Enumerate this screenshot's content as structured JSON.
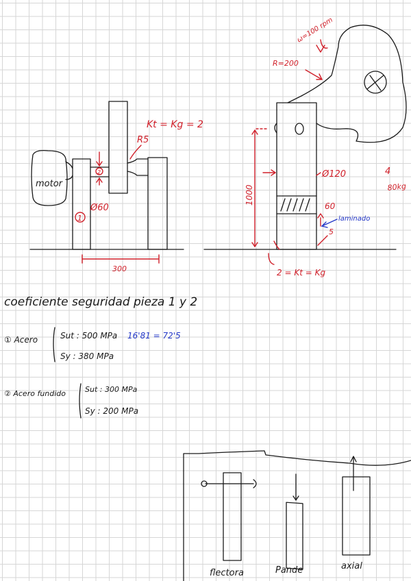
{
  "colors": {
    "ink": "#1a1a1a",
    "red": "#d0202a",
    "blue": "#2438c8",
    "grid": "#d6d6d6"
  },
  "left_sketch": {
    "motor": "motor",
    "stress_factor": "Kt = Kg = 2",
    "fillet_radius": "R5",
    "diameter": "Ø60",
    "part_number": "1",
    "part_number_2": "2",
    "span": "300"
  },
  "right_sketch": {
    "speed": "ω=100 rpm",
    "radius": "R=200",
    "length": "1000",
    "diameter_top": "Ø120",
    "diameter_bottom": "60",
    "load": "4",
    "load_unit": "80kg",
    "laminated_note": "laminado",
    "fillet": "5",
    "factor": "2 = Kt = Kg"
  },
  "notes": {
    "title": "coeficiente seguridad pieza 1 y 2",
    "part1_label": "① Acero",
    "part1_sut": "Sut : 500 MPa",
    "part1_calc": "16'81 = 72'5",
    "part1_sy": "Sy : 380 MPa",
    "part2_label": "② Acero fundido",
    "part2_sut": "Sut : 300 MPa",
    "part2_sy": "Sy : 200 MPa"
  },
  "bottom_sketch": {
    "label_flexion": "flectora",
    "label_torsion": "Pande",
    "label_axial": "axial"
  }
}
